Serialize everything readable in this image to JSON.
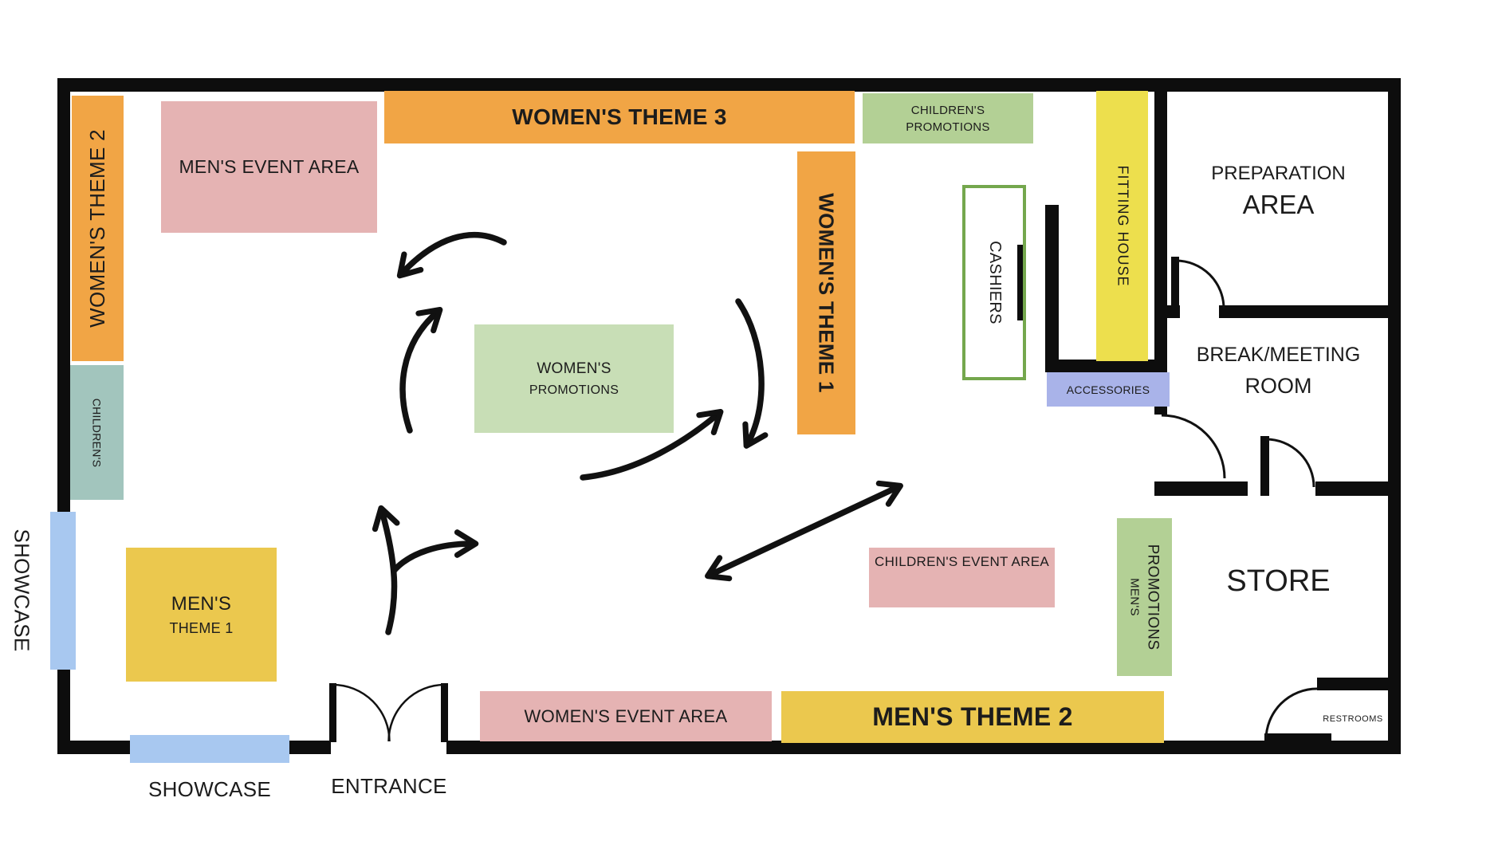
{
  "palette": {
    "orange": "#F1A545",
    "pink": "#E5B3B3",
    "green_light": "#C8DEB6",
    "green_mid": "#B3D095",
    "teal": "#A2C5BD",
    "yellow": "#EDDF4D",
    "gold": "#EBC84E",
    "periwinkle": "#A9B3E9",
    "blue": "#A8C8F0",
    "wall": "#0D0D0D",
    "cashier_border": "#74A74D",
    "arrow": "#111111"
  },
  "areas": {
    "womens_theme_2": {
      "label": "WOMEN'S THEME 2"
    },
    "mens_event_area": {
      "label": "MEN'S EVENT AREA"
    },
    "womens_theme_3": {
      "label": "WOMEN'S THEME 3"
    },
    "childrens_promotions": {
      "line1": "CHILDREN'S",
      "line2": "PROMOTIONS"
    },
    "fitting_house": {
      "label": "FITTING HOUSE"
    },
    "womens_theme_1": {
      "label": "WOMEN'S THEME 1"
    },
    "cashiers": {
      "label": "CASHIERS"
    },
    "accessories": {
      "label": "ACCESSORIES"
    },
    "childrens": {
      "label": "CHILDREN'S"
    },
    "womens_promotions": {
      "line1": "WOMEN'S",
      "line2": "PROMOTIONS"
    },
    "showcase_left": {
      "label": "SHOWCASE"
    },
    "mens_theme_1": {
      "line1": "MEN'S",
      "line2": "THEME 1"
    },
    "childrens_event_area": {
      "label": "CHILDREN'S EVENT AREA"
    },
    "mens_promotions": {
      "line1": "PROMOTIONS",
      "line2": "MEN'S"
    },
    "womens_event_area": {
      "label": "WOMEN'S EVENT AREA"
    },
    "mens_theme_2": {
      "label": "MEN'S THEME 2"
    },
    "showcase_bottom": {
      "label": "SHOWCASE"
    },
    "entrance": {
      "label": "ENTRANCE"
    }
  },
  "rooms": {
    "preparation_area": {
      "line1": "PREPARATION",
      "line2": "AREA"
    },
    "break_meeting_room": {
      "line1": "BREAK/MEETING",
      "line2": "ROOM"
    },
    "store": {
      "label": "STORE"
    },
    "restrooms": {
      "label": "RESTROOMS"
    }
  }
}
